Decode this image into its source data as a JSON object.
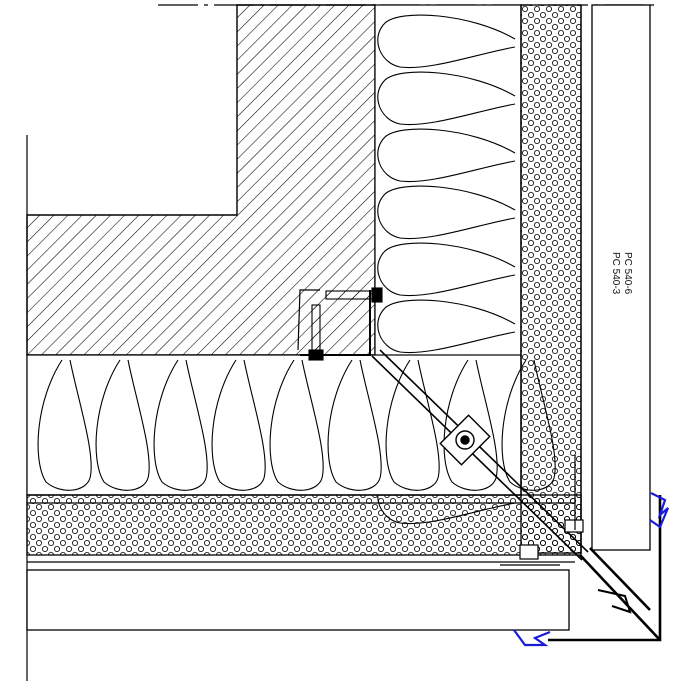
{
  "drawing": {
    "labels": {
      "line1": "PC 540-3",
      "line2": "PC 540-6"
    },
    "colors": {
      "line": "#000000",
      "accent": "#1a1adb",
      "paper": "#ffffff"
    },
    "materials": {
      "masonry": "diagonal-hatch",
      "insulation": "batt-insulation",
      "render_board": "gravel-pattern",
      "facade_panel": "panel"
    }
  }
}
